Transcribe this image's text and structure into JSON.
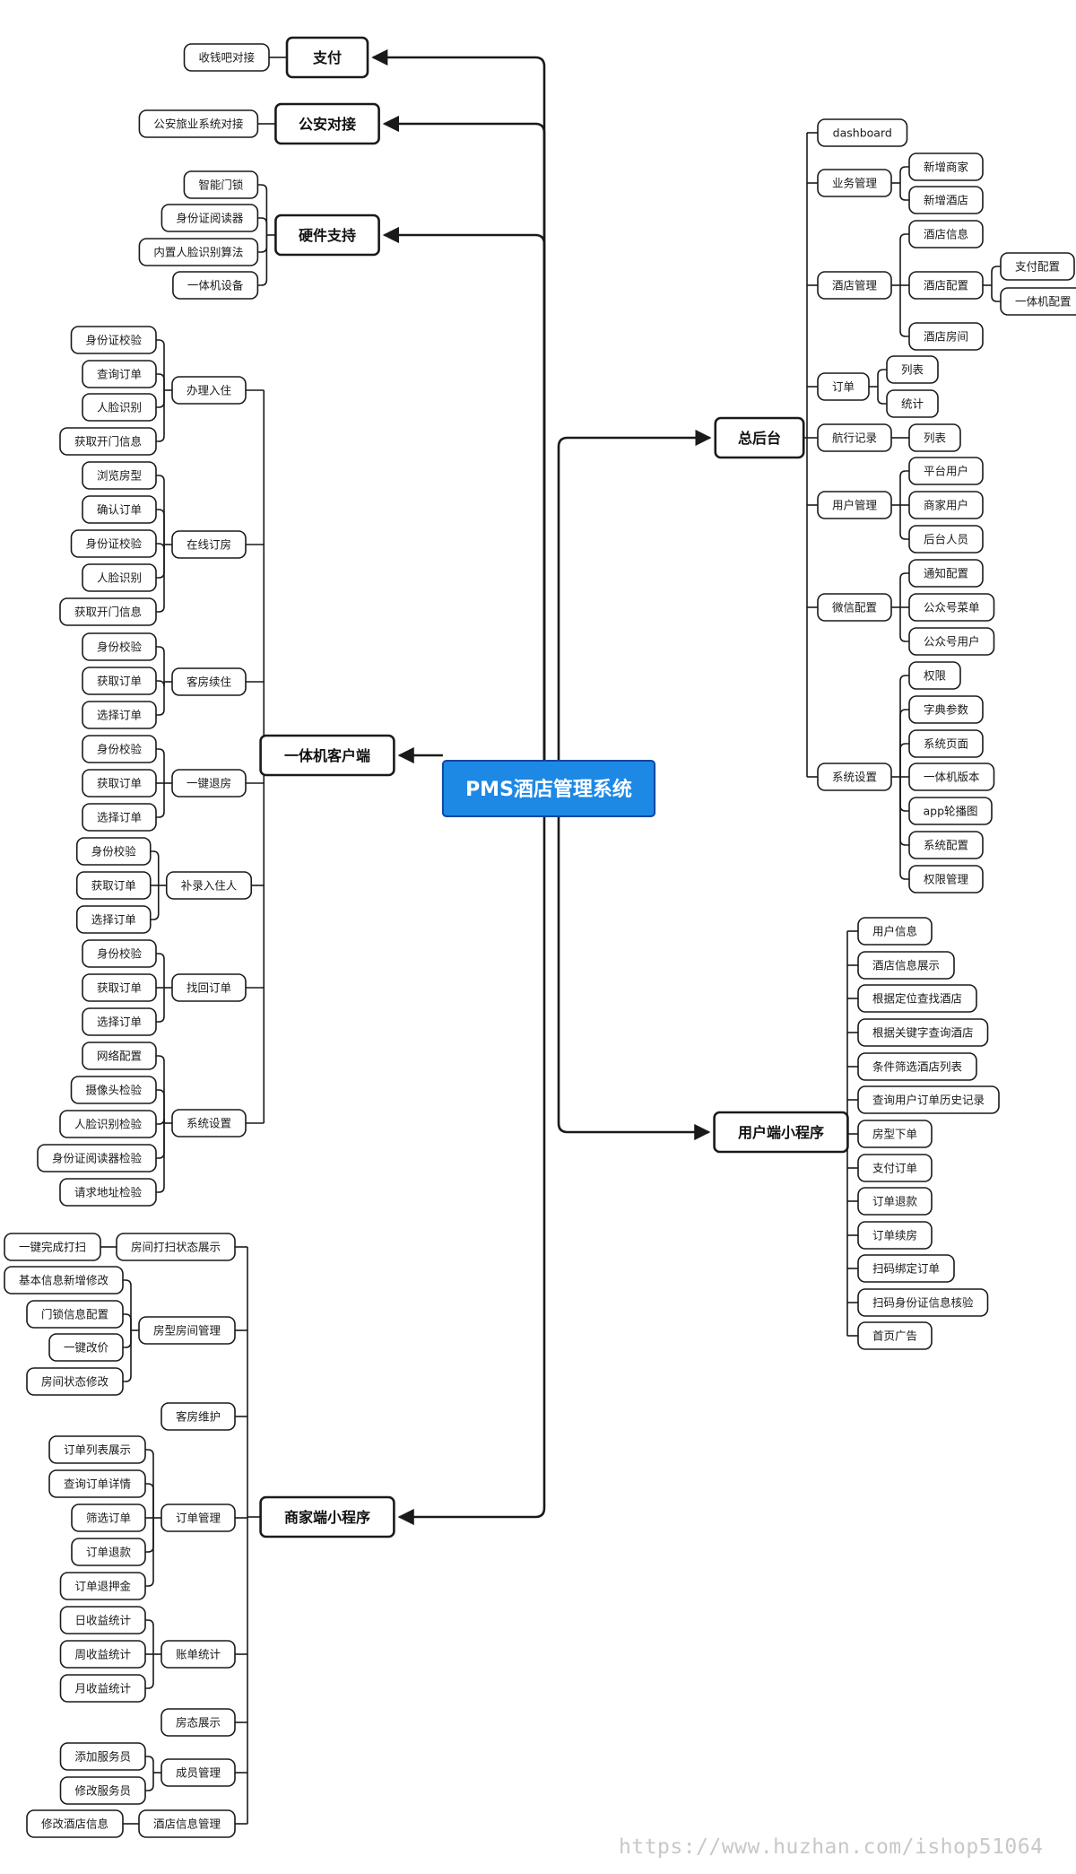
{
  "root": {
    "label": "PMS酒店管理系统",
    "color": "#1e88e5"
  },
  "left": [
    {
      "label": "支付",
      "children": [
        {
          "label": "收钱吧对接"
        }
      ]
    },
    {
      "label": "公安对接",
      "children": [
        {
          "label": "公安旅业系统对接"
        }
      ]
    },
    {
      "label": "硬件支持",
      "children": [
        {
          "label": "智能门锁"
        },
        {
          "label": "身份证阅读器"
        },
        {
          "label": "内置人脸识别算法"
        },
        {
          "label": "一体机设备"
        }
      ]
    },
    {
      "label": "一体机客户端",
      "children": [
        {
          "label": "办理入住",
          "children": [
            {
              "label": "身份证校验"
            },
            {
              "label": "查询订单"
            },
            {
              "label": "人脸识别"
            },
            {
              "label": "获取开门信息"
            }
          ]
        },
        {
          "label": "在线订房",
          "children": [
            {
              "label": "浏览房型"
            },
            {
              "label": "确认订单"
            },
            {
              "label": "身份证校验"
            },
            {
              "label": "人脸识别"
            },
            {
              "label": "获取开门信息"
            }
          ]
        },
        {
          "label": "客房续住",
          "children": [
            {
              "label": "身份校验"
            },
            {
              "label": "获取订单"
            },
            {
              "label": "选择订单"
            }
          ]
        },
        {
          "label": "一键退房",
          "children": [
            {
              "label": "身份校验"
            },
            {
              "label": "获取订单"
            },
            {
              "label": "选择订单"
            }
          ]
        },
        {
          "label": "补录入住人",
          "children": [
            {
              "label": "身份校验"
            },
            {
              "label": "获取订单"
            },
            {
              "label": "选择订单"
            }
          ]
        },
        {
          "label": "找回订单",
          "children": [
            {
              "label": "身份校验"
            },
            {
              "label": "获取订单"
            },
            {
              "label": "选择订单"
            }
          ]
        },
        {
          "label": "系统设置",
          "children": [
            {
              "label": "网络配置"
            },
            {
              "label": "摄像头检验"
            },
            {
              "label": "人脸识别检验"
            },
            {
              "label": "身份证阅读器检验"
            },
            {
              "label": "请求地址检验"
            }
          ]
        }
      ]
    },
    {
      "label": "商家端小程序",
      "children": [
        {
          "label": "房间打扫状态展示",
          "children": [
            {
              "label": "一键完成打扫"
            }
          ]
        },
        {
          "label": "房型房间管理",
          "children": [
            {
              "label": "基本信息新增修改"
            },
            {
              "label": "门锁信息配置"
            },
            {
              "label": "一键改价"
            },
            {
              "label": "房间状态修改"
            }
          ]
        },
        {
          "label": "客房维护"
        },
        {
          "label": "订单管理",
          "children": [
            {
              "label": "订单列表展示"
            },
            {
              "label": "查询订单详情"
            },
            {
              "label": "筛选订单"
            },
            {
              "label": "订单退款"
            },
            {
              "label": "订单退押金"
            }
          ]
        },
        {
          "label": "账单统计",
          "children": [
            {
              "label": "日收益统计"
            },
            {
              "label": "周收益统计"
            },
            {
              "label": "月收益统计"
            }
          ]
        },
        {
          "label": "房态展示"
        },
        {
          "label": "成员管理",
          "children": [
            {
              "label": "添加服务员"
            },
            {
              "label": "修改服务员"
            }
          ]
        },
        {
          "label": "酒店信息管理",
          "children": [
            {
              "label": "修改酒店信息"
            }
          ]
        }
      ]
    }
  ],
  "right": [
    {
      "label": "总后台",
      "children": [
        {
          "label": "dashboard"
        },
        {
          "label": "业务管理",
          "children": [
            {
              "label": "新增商家"
            },
            {
              "label": "新增酒店"
            }
          ]
        },
        {
          "label": "酒店管理",
          "children": [
            {
              "label": "酒店信息"
            },
            {
              "label": "酒店配置",
              "children": [
                {
                  "label": "支付配置"
                },
                {
                  "label": "一体机配置"
                }
              ]
            },
            {
              "label": "酒店房间"
            }
          ]
        },
        {
          "label": "订单",
          "children": [
            {
              "label": "列表"
            },
            {
              "label": "统计"
            }
          ]
        },
        {
          "label": "航行记录",
          "children": [
            {
              "label": "列表"
            }
          ]
        },
        {
          "label": "用户管理",
          "children": [
            {
              "label": "平台用户"
            },
            {
              "label": "商家用户"
            },
            {
              "label": "后台人员"
            }
          ]
        },
        {
          "label": "微信配置",
          "children": [
            {
              "label": "通知配置"
            },
            {
              "label": "公众号菜单"
            },
            {
              "label": "公众号用户"
            }
          ]
        },
        {
          "label": "系统设置",
          "children": [
            {
              "label": "权限"
            },
            {
              "label": "字典参数"
            },
            {
              "label": "系统页面"
            },
            {
              "label": "一体机版本"
            },
            {
              "label": "app轮播图"
            },
            {
              "label": "系统配置"
            },
            {
              "label": "权限管理"
            }
          ]
        }
      ]
    },
    {
      "label": "用户端小程序",
      "children": [
        {
          "label": "用户信息"
        },
        {
          "label": "酒店信息展示"
        },
        {
          "label": "根据定位查找酒店"
        },
        {
          "label": "根据关键字查询酒店"
        },
        {
          "label": "条件筛选酒店列表"
        },
        {
          "label": "查询用户订单历史记录"
        },
        {
          "label": "房型下单"
        },
        {
          "label": "支付订单"
        },
        {
          "label": "订单退款"
        },
        {
          "label": "订单续房"
        },
        {
          "label": "扫码绑定订单"
        },
        {
          "label": "扫码身份证信息核验"
        },
        {
          "label": "首页广告"
        }
      ]
    }
  ],
  "watermark": "https://www.huzhan.com/ishop51064"
}
